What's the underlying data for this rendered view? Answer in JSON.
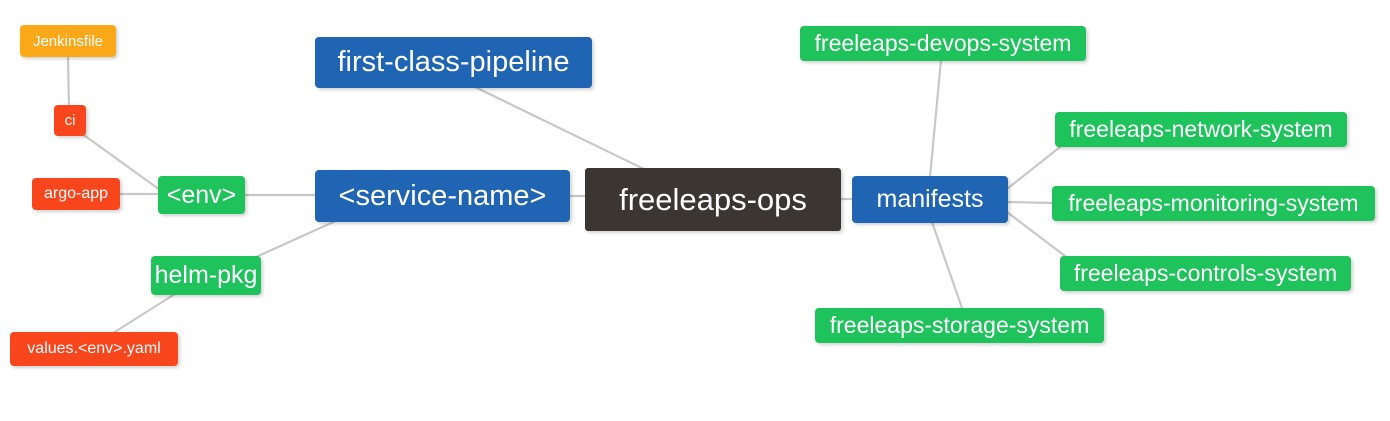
{
  "diagram": {
    "type": "mindmap",
    "title": "freeleaps-ops",
    "background": "#ffffff",
    "edge_color": "#c8c8c8",
    "palette": {
      "root": "#3b3632",
      "blue": "#2064b4",
      "green": "#1ec35c",
      "orange": "#fba919",
      "red": "#f9461c",
      "text": "#ffffff"
    }
  },
  "nodes": {
    "jenkinsfile": {
      "label": "Jenkinsfile"
    },
    "ci": {
      "label": "ci"
    },
    "argo_app": {
      "label": "argo-app"
    },
    "env": {
      "label": "<env>"
    },
    "helm_pkg": {
      "label": "helm-pkg"
    },
    "values_yaml": {
      "label": "values.<env>.yaml"
    },
    "first_class_pipeline": {
      "label": "first-class-pipeline"
    },
    "service_name": {
      "label": "<service-name>"
    },
    "root": {
      "label": "freeleaps-ops"
    },
    "manifests": {
      "label": "manifests"
    },
    "devops_system": {
      "label": "freeleaps-devops-system"
    },
    "network_system": {
      "label": "freeleaps-network-system"
    },
    "monitoring_system": {
      "label": "freeleaps-monitoring-system"
    },
    "controls_system": {
      "label": "freeleaps-controls-system"
    },
    "storage_system": {
      "label": "freeleaps-storage-system"
    }
  },
  "edges": [
    {
      "from": "jenkinsfile",
      "to": "ci"
    },
    {
      "from": "ci",
      "to": "env"
    },
    {
      "from": "argo_app",
      "to": "env"
    },
    {
      "from": "env",
      "to": "service_name"
    },
    {
      "from": "helm_pkg",
      "to": "service_name"
    },
    {
      "from": "values_yaml",
      "to": "helm_pkg"
    },
    {
      "from": "first_class_pipeline",
      "to": "root"
    },
    {
      "from": "service_name",
      "to": "root"
    },
    {
      "from": "root",
      "to": "manifests"
    },
    {
      "from": "manifests",
      "to": "devops_system"
    },
    {
      "from": "manifests",
      "to": "network_system"
    },
    {
      "from": "manifests",
      "to": "monitoring_system"
    },
    {
      "from": "manifests",
      "to": "controls_system"
    },
    {
      "from": "manifests",
      "to": "storage_system"
    }
  ]
}
